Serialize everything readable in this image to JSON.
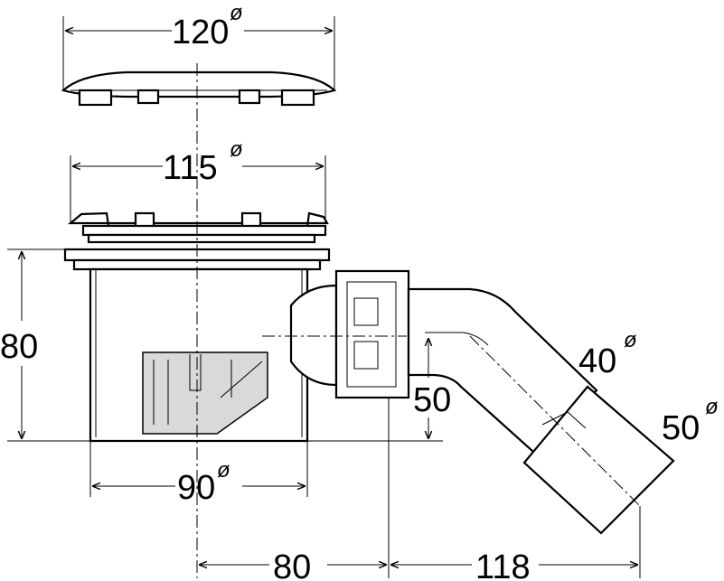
{
  "dimensions": {
    "cover_diameter": "120",
    "grate_diameter": "115",
    "height": "80",
    "outlet_diameter_inner": "40",
    "outlet_diameter_outer": "50",
    "outlet_height": "50",
    "body_diameter": "90",
    "outlet_offset_1": "80",
    "outlet_offset_2": "118",
    "diameter_symbol": "ø"
  }
}
